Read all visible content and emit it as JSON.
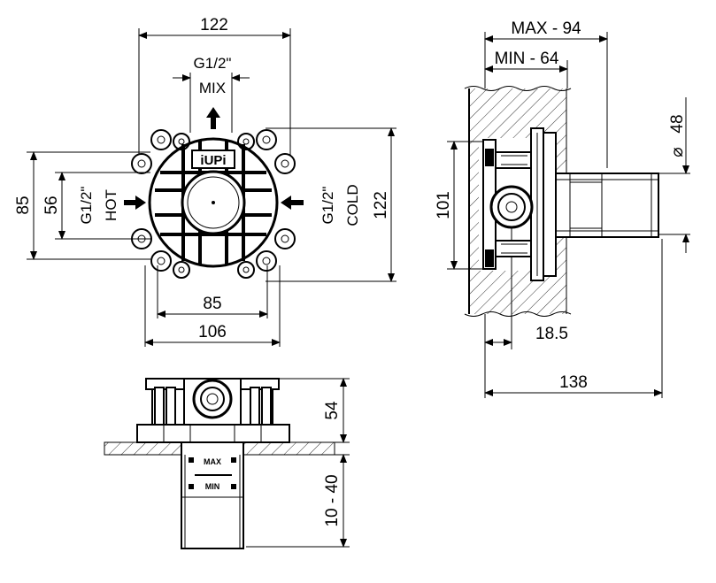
{
  "front_view": {
    "dim_width_top": "122",
    "port_top_thread": "G1/2\"",
    "port_top_label": "MIX",
    "logo_text": "iUPi",
    "port_left_thread": "G1/2\"",
    "port_left_label": "HOT",
    "port_right_thread": "G1/2\"",
    "port_right_label": "COLD",
    "dim_height_outer_left": "85",
    "dim_height_inner_left": "56",
    "dim_height_right": "122",
    "dim_width_inner_bottom": "85",
    "dim_width_outer_bottom": "106"
  },
  "side_view": {
    "dim_max": "MAX - 94",
    "dim_min": "MIN - 64",
    "dim_diameter": "48",
    "dim_height": "101",
    "dim_axis_offset": "18.5",
    "dim_total_length": "138"
  },
  "bottom_view": {
    "dim_height": "54",
    "dim_wall_range": "10 - 40",
    "label_max": "MAX",
    "label_min": "MIN"
  },
  "colors": {
    "line": "#000000",
    "background": "#ffffff",
    "hatch": "#000000"
  }
}
